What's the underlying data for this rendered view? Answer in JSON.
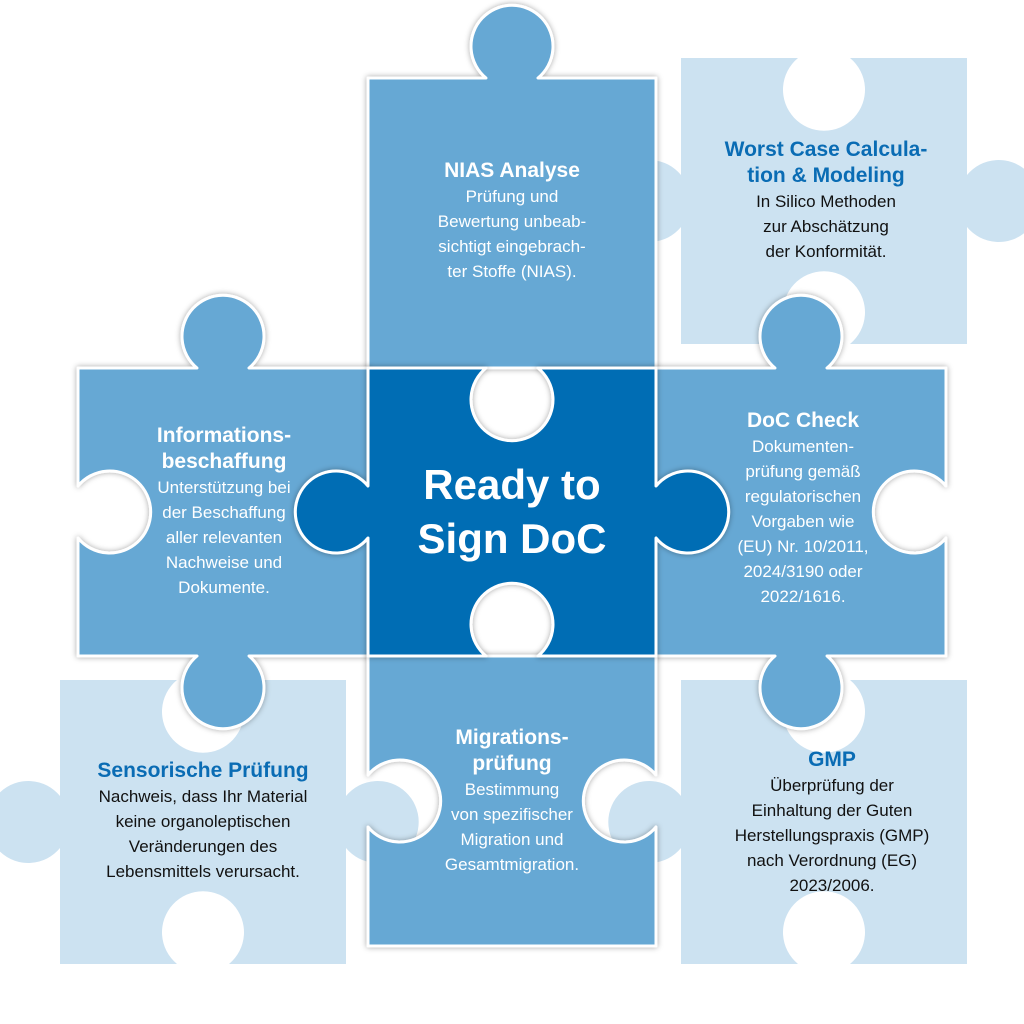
{
  "colors": {
    "light": "#cce2f1",
    "medium": "#66a8d4",
    "dark": "#006db4",
    "title_light": "#0a6cb4"
  },
  "center": {
    "lines": [
      "Ready to",
      "Sign DoC"
    ]
  },
  "pieces": {
    "nias": {
      "title": "NIAS Analyse",
      "lines": [
        "Prüfung und",
        "Bewertung unbeab-",
        "sichtigt eingebrach-",
        "ter Stoffe (NIAS)."
      ]
    },
    "worst_case": {
      "title_lines": [
        "Worst Case Calcula-",
        "tion & Modeling"
      ],
      "lines": [
        "In Silico Methoden",
        "zur Abschätzung",
        "der Konformität."
      ]
    },
    "info": {
      "title_lines": [
        "Informations-",
        "beschaffung"
      ],
      "lines": [
        "Unterstützung bei",
        "der Beschaffung",
        "aller relevanten",
        "Nachweise und",
        "Dokumente."
      ]
    },
    "doc_check": {
      "title": "DoC Check",
      "lines": [
        "Dokumenten-",
        "prüfung gemäß",
        "regulatorischen",
        "Vorgaben wie",
        "(EU) Nr. 10/2011,",
        "2024/3190 oder",
        "2022/1616."
      ]
    },
    "migration": {
      "title_lines": [
        "Migrations-",
        "prüfung"
      ],
      "lines": [
        "Bestimmung",
        "von spezifischer",
        "Migration und",
        "Gesamtmigration."
      ]
    },
    "sensory": {
      "title": "Sensorische Prüfung",
      "lines": [
        "Nachweis, dass Ihr Material",
        "keine organoleptischen",
        "Veränderungen des",
        "Lebensmittels verursacht."
      ]
    },
    "gmp": {
      "title": "GMP",
      "lines": [
        "Überprüfung der",
        "Einhaltung der Guten",
        "Herstellungspraxis (GMP)",
        "nach Verordnung (EG)",
        "2023/2006."
      ]
    }
  }
}
